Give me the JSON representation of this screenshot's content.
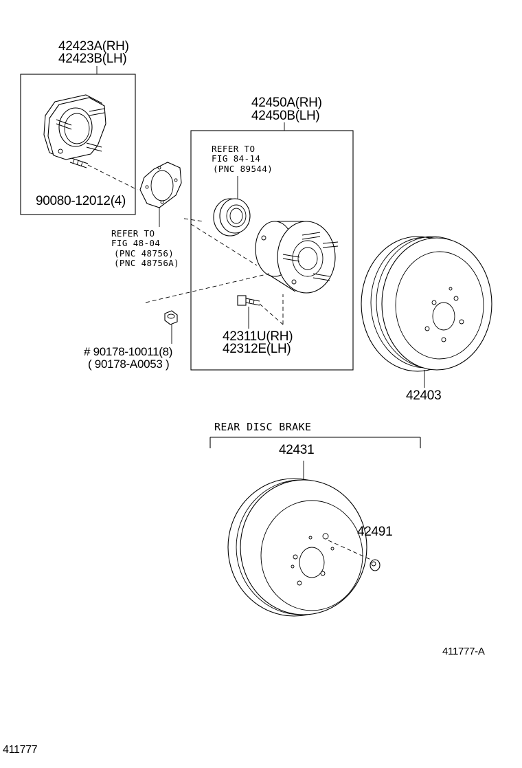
{
  "labels": {
    "bracket_rh": "42423A(RH)",
    "bracket_lh": "42423B(LH)",
    "stud_bolt": "90080-12012(4)",
    "refer_gasket_1": "REFER TO",
    "refer_gasket_2": "FIG 48-04",
    "refer_gasket_3": "(PNC 48756)",
    "refer_gasket_4": "(PNC 48756A)",
    "hub_rh": "42450A(RH)",
    "hub_lh": "42450B(LH)",
    "refer_sensor_1": "REFER TO",
    "refer_sensor_2": "FIG 84-14",
    "refer_sensor_3": "(PNC 89544)",
    "hub_bolt_rh": "42311U(RH)",
    "hub_bolt_lh": "42312E(LH)",
    "nut_1": "# 90178-10011(8)",
    "nut_2": "( 90178-A0053 )",
    "drum": "42403",
    "section_title": "REAR DISC BRAKE",
    "disc": "42431",
    "screw": "42491",
    "figure_code": "411777-A",
    "page_code": "411777"
  }
}
